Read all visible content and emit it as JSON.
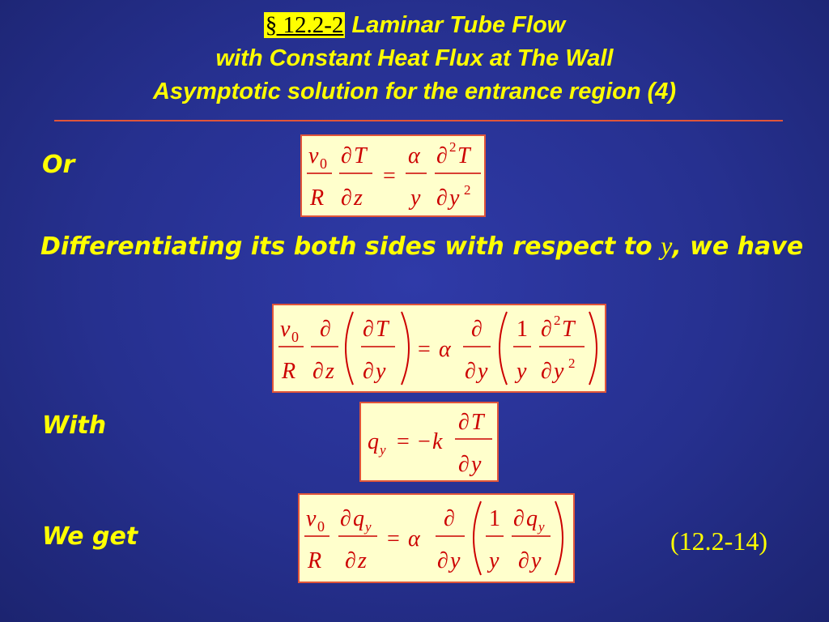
{
  "title": {
    "section_mark": "§ 12.2-2",
    "line1": "Laminar Tube Flow",
    "line2": "with Constant Heat Flux at The Wall",
    "line3": "Asymptotic solution for the entrance region (4)"
  },
  "labels": {
    "or": "Or",
    "paragraph_part1": "Differentiating its both sides with respect to",
    "paragraph_var": "y",
    "paragraph_part2": ", we have",
    "with": "With",
    "we_get": "We get"
  },
  "equation_number": "(12.2-14)",
  "colors": {
    "background": "#26308f",
    "text": "#ffff00",
    "equation_bg": "#ffffcc",
    "equation_border": "#e0553a",
    "equation_text": "#cc0000"
  }
}
